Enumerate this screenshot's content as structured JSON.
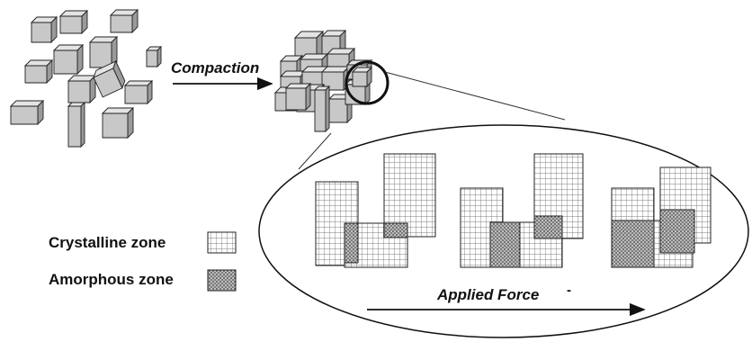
{
  "labels": {
    "compaction": "Compaction",
    "applied_force": "Applied Force",
    "force_mark": "-",
    "crystalline": "Crystalline zone",
    "amorphous": "Amorphous zone"
  },
  "colors": {
    "cube_front": "#c8c8c8",
    "cube_top": "#e4e4e4",
    "cube_side": "#9a9a9a",
    "grid_line": "#555555",
    "amorphous_fill": "#8c8c8c",
    "outline": "#222222"
  },
  "icons": [
    "cube-icon",
    "arrow-right-icon",
    "magnifier-circle-icon",
    "crystalline-swatch-icon",
    "amorphous-swatch-icon"
  ]
}
